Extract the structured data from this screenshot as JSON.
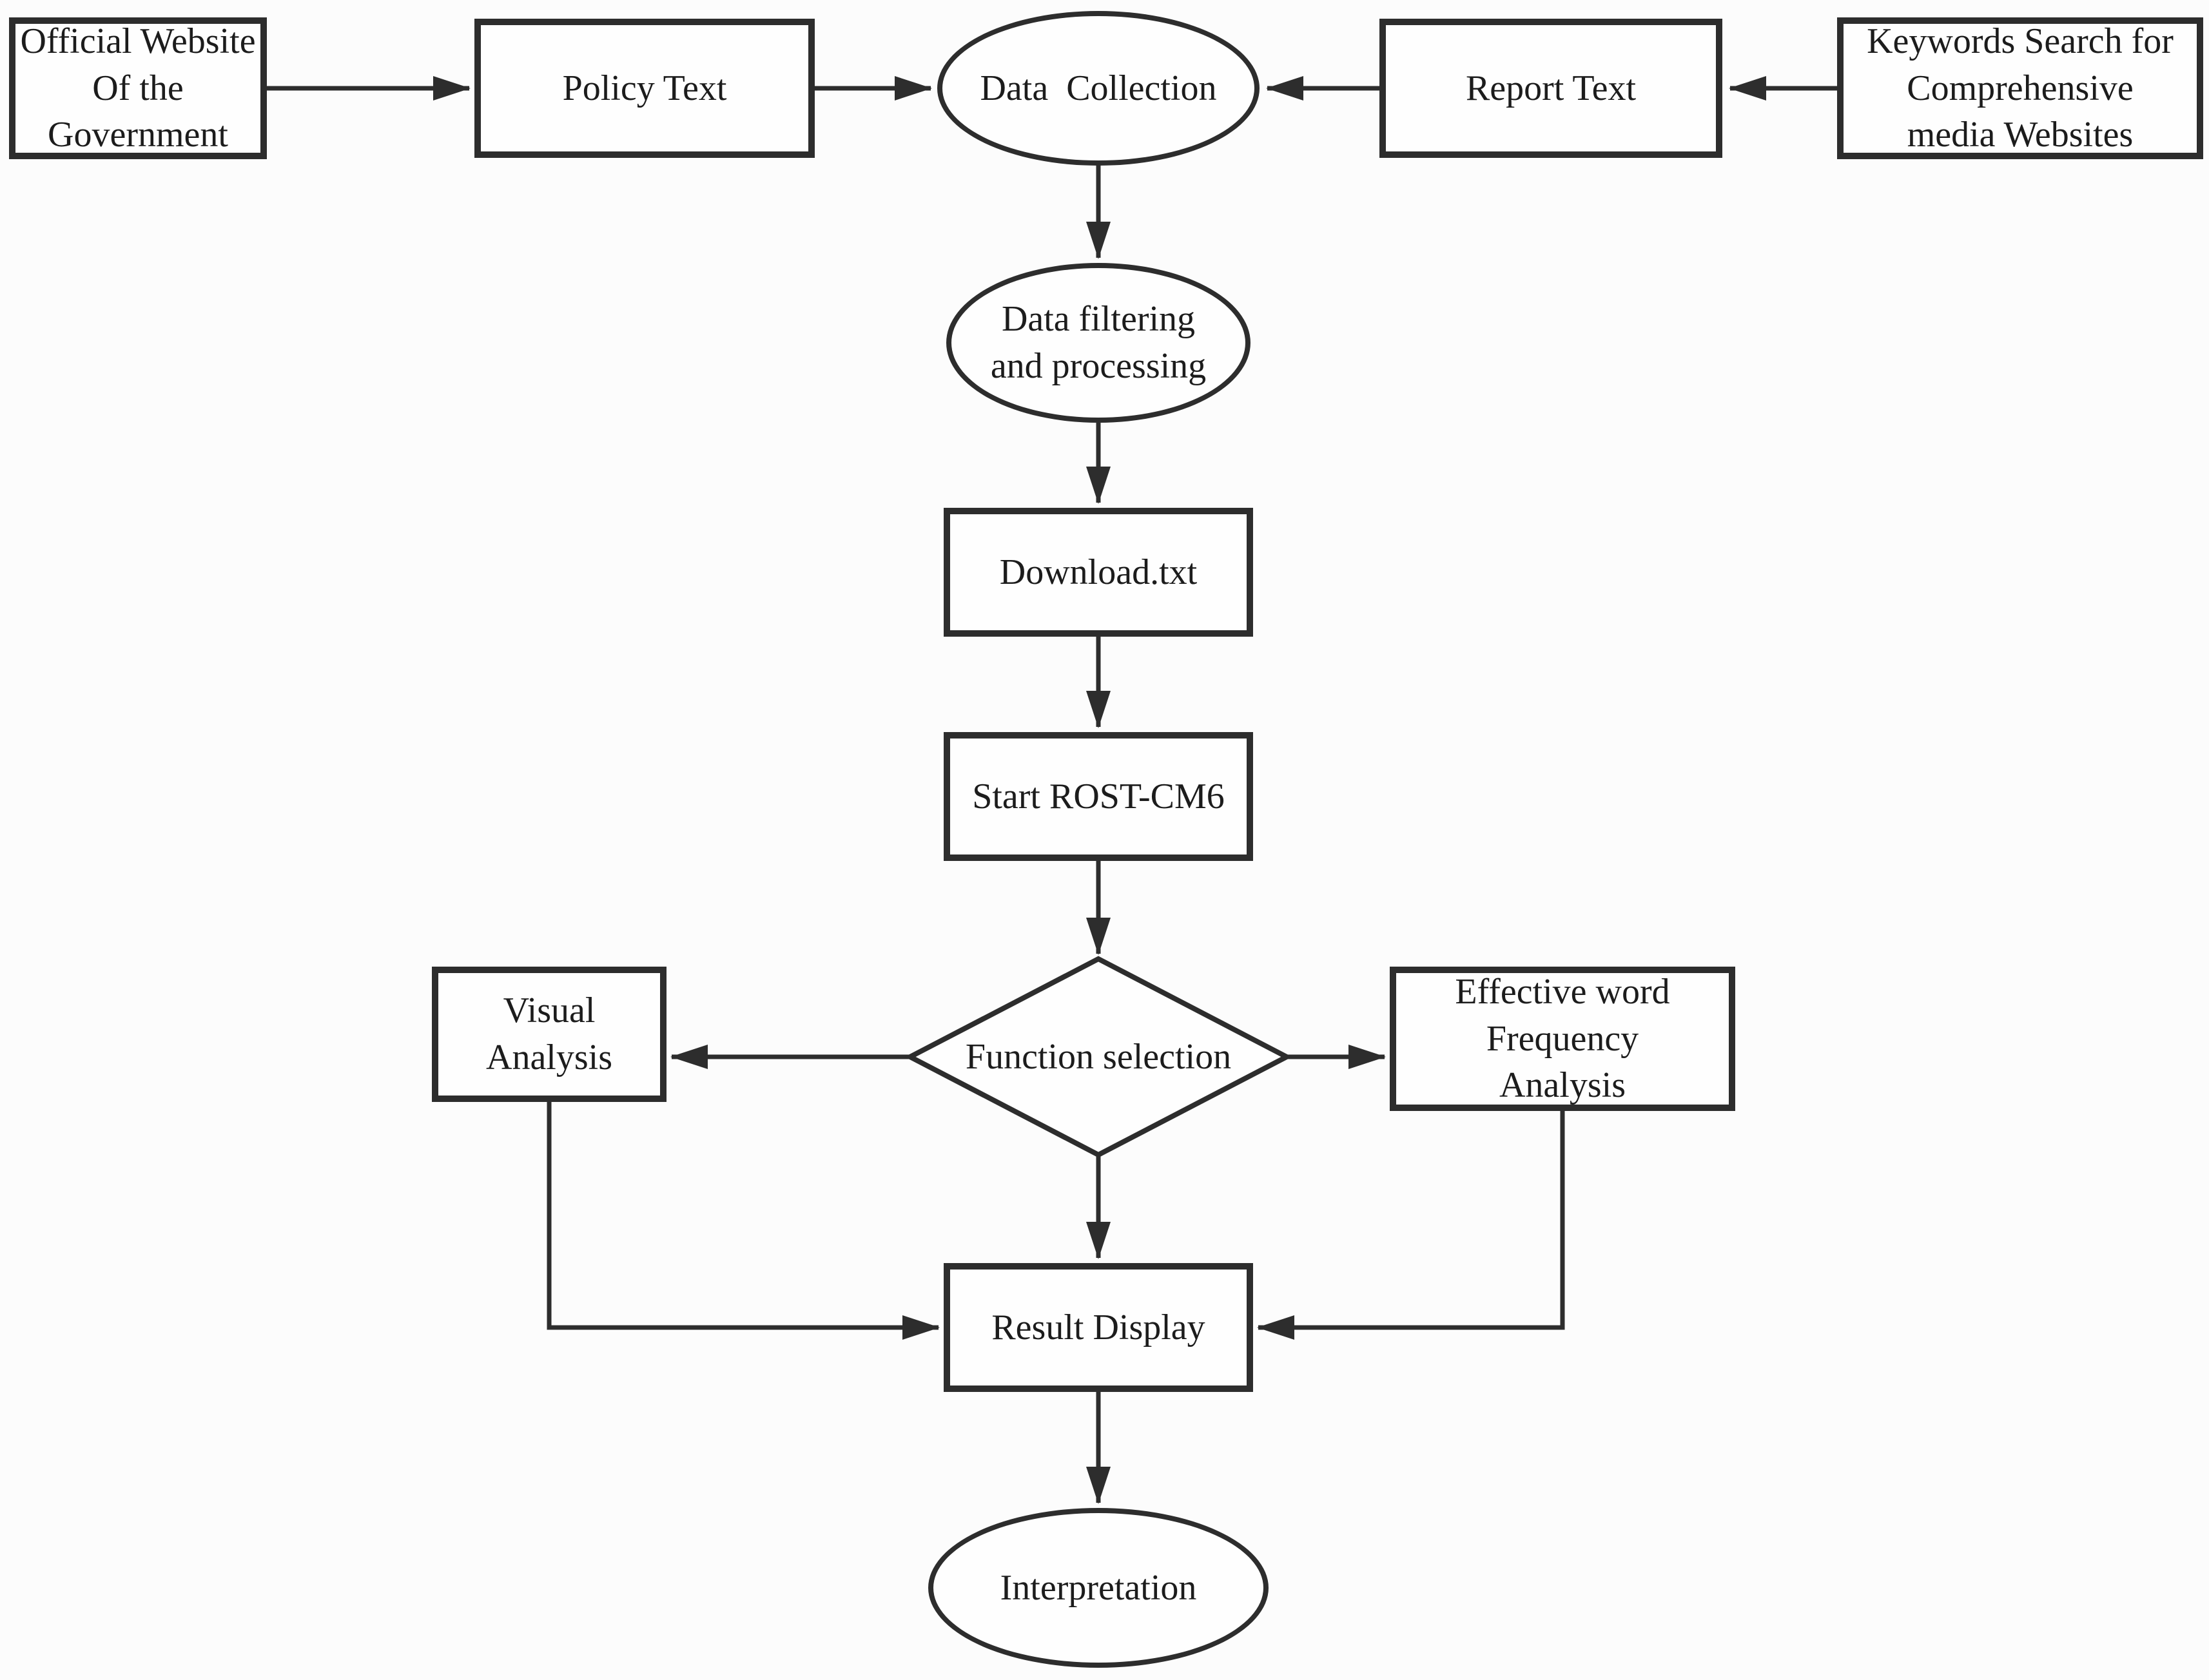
{
  "colors": {
    "stroke": "#2d2d2d",
    "text": "#1c1c1c",
    "background": "#fcfcfc",
    "node_fill": "#fefefe"
  },
  "nodes": {
    "official_website": {
      "label": "Official Website\nOf the\nGovernment",
      "shape": "rectangle"
    },
    "policy_text": {
      "label": "Policy Text",
      "shape": "rectangle"
    },
    "data_collection": {
      "label": "Data  Collection",
      "shape": "ellipse"
    },
    "report_text": {
      "label": "Report Text",
      "shape": "rectangle"
    },
    "keywords_search": {
      "label": "Keywords Search for\nComprehensive\nmedia Websites",
      "shape": "rectangle"
    },
    "data_filtering": {
      "label": "Data filtering\nand processing",
      "shape": "ellipse"
    },
    "download_txt": {
      "label": "Download.txt",
      "shape": "rectangle"
    },
    "start_rost": {
      "label": "Start ROST-CM6",
      "shape": "rectangle"
    },
    "function_selection": {
      "label": "Function selection",
      "shape": "diamond"
    },
    "visual_analysis": {
      "label": "Visual Analysis",
      "shape": "rectangle"
    },
    "effective_word": {
      "label": "Effective word\nFrequency\nAnalysis",
      "shape": "rectangle"
    },
    "result_display": {
      "label": "Result Display",
      "shape": "rectangle"
    },
    "interpretation": {
      "label": "Interpretation",
      "shape": "ellipse"
    }
  },
  "edges": [
    {
      "from": "official_website",
      "to": "policy_text"
    },
    {
      "from": "policy_text",
      "to": "data_collection"
    },
    {
      "from": "report_text",
      "to": "data_collection"
    },
    {
      "from": "keywords_search",
      "to": "report_text"
    },
    {
      "from": "data_collection",
      "to": "data_filtering"
    },
    {
      "from": "data_filtering",
      "to": "download_txt"
    },
    {
      "from": "download_txt",
      "to": "start_rost"
    },
    {
      "from": "start_rost",
      "to": "function_selection"
    },
    {
      "from": "function_selection",
      "to": "visual_analysis"
    },
    {
      "from": "function_selection",
      "to": "effective_word"
    },
    {
      "from": "function_selection",
      "to": "result_display"
    },
    {
      "from": "visual_analysis",
      "to": "result_display"
    },
    {
      "from": "effective_word",
      "to": "result_display"
    },
    {
      "from": "result_display",
      "to": "interpretation"
    }
  ]
}
